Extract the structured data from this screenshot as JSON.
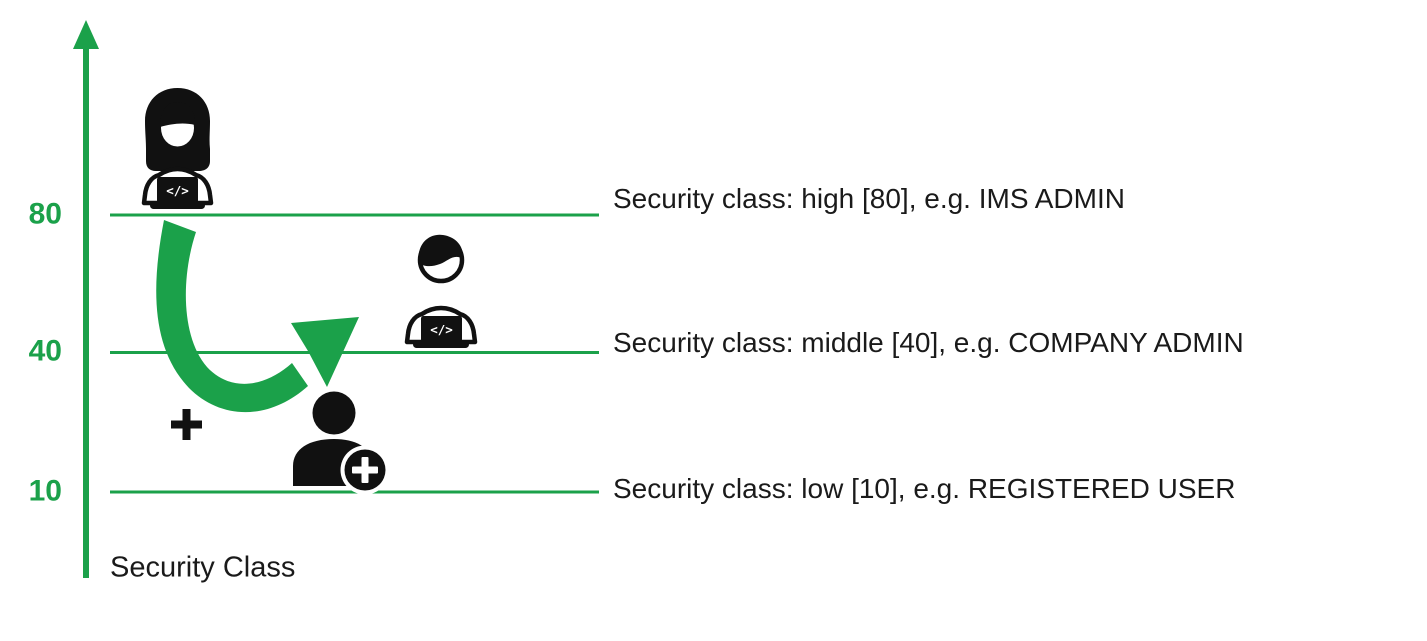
{
  "colors": {
    "accent": "#1BA14A",
    "icon": "#111111",
    "text": "#1A1A1A"
  },
  "axis": {
    "label": "Security Class",
    "orientation": "vertical-up"
  },
  "levels": [
    {
      "value": 80,
      "tick": "80",
      "label": "Security class: high [80], e.g. IMS ADMIN"
    },
    {
      "value": 40,
      "tick": "40",
      "label": "Security class: middle [40], e.g. COMPANY ADMIN"
    },
    {
      "value": 10,
      "tick": "10",
      "label": "Security class: low [10], e.g. REGISTERED USER"
    }
  ],
  "icons": {
    "developer_high": "female-developer-laptop-icon",
    "developer_middle": "male-developer-laptop-icon",
    "add_user": "add-user-icon",
    "plus": "plus-icon",
    "promotion_arrow": "curved-promotion-arrow-icon",
    "code_glyph": "</>"
  }
}
